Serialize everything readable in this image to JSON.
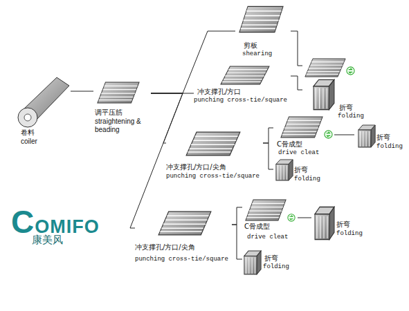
{
  "diagram": {
    "nodes": [
      {
        "text": [
          "卷料",
          "coiler"
        ]
      },
      {
        "text": [
          "调平压筋",
          "straightening & beading"
        ]
      },
      {
        "text": [
          "剪板",
          "shearing"
        ]
      },
      {
        "text": [
          "冲支撑孔/方口",
          "punching cross-tie/square"
        ]
      },
      {
        "text": [
          "折弯",
          "folding"
        ]
      },
      {
        "text": [
          "冲支撑孔/方口/尖角",
          "punching cross-tie/square"
        ]
      },
      {
        "text": [
          "C骨成型",
          "drive cleat"
        ]
      },
      {
        "text": [
          "折弯",
          "folding"
        ]
      },
      {
        "text": [
          "折弯",
          "folding"
        ]
      },
      {
        "text": [
          "冲支撑孔/方口/尖角",
          "punching cross-tie/square"
        ]
      },
      {
        "text": [
          "C骨成型",
          "drive cleat"
        ]
      },
      {
        "text": [
          "折弯",
          "folding"
        ]
      },
      {
        "text": [
          "折弯",
          "folding"
        ]
      }
    ],
    "edges": [
      {
        "from": 0,
        "to": 1,
        "arrow": "none"
      },
      {
        "from": 1,
        "to": 2,
        "arrow": "none"
      },
      {
        "from": 1,
        "to": 3,
        "arrow": "none"
      },
      {
        "from": 1,
        "to": 5,
        "arrow": "none"
      },
      {
        "from": 1,
        "to": 9,
        "arrow": "none"
      },
      {
        "from": 2,
        "to": 4,
        "arrow": "none"
      },
      {
        "from": 3,
        "to": 4,
        "arrow": "none"
      },
      {
        "from": 5,
        "to": 6,
        "arrow": "none"
      },
      {
        "from": 5,
        "to": 8,
        "arrow": "none"
      },
      {
        "from": 6,
        "to": 7,
        "arrow": "none"
      },
      {
        "from": 9,
        "to": 10,
        "arrow": "none"
      },
      {
        "from": 9,
        "to": 12,
        "arrow": "none"
      },
      {
        "from": 10,
        "to": 11,
        "arrow": "none"
      }
    ],
    "labels": [
      "COMIFO",
      "康美风"
    ]
  }
}
